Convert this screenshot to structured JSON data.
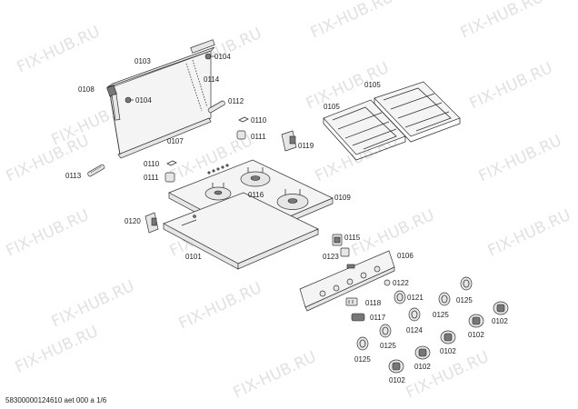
{
  "watermark": "FIX-HUB.RU",
  "footer": "58300000124610 aet 000 a 1/6",
  "labels": {
    "p0103": "0103",
    "p0104a": "0104",
    "p0104b": "0104",
    "p0108": "0108",
    "p0114": "0114",
    "p0112": "0112",
    "p0107": "0107",
    "p0113": "0113",
    "p0110a": "0110",
    "p0111a": "0111",
    "p0119": "0119",
    "p0110b": "0110",
    "p0111b": "0111",
    "p0105a": "0105",
    "p0105b": "0105",
    "p0116": "0116",
    "p0109": "0109",
    "p0120": "0120",
    "p0101": "0101",
    "p0115": "0115",
    "p0123": "0123",
    "p0106": "0106",
    "p0122": "0122",
    "p0121": "0121",
    "p0125a": "0125",
    "p0118": "0118",
    "p0125b": "0125",
    "p0117": "0117",
    "p0124": "0124",
    "p0102a": "0102",
    "p0125c": "0125",
    "p0102b": "0102",
    "p0125d": "0125",
    "p0102c": "0102",
    "p0102d": "0102",
    "p0102e": "0102"
  }
}
